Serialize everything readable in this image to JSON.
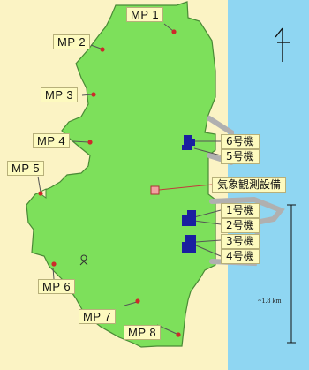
{
  "colors": {
    "land": "#7de05b",
    "land_outline": "#4a8a36",
    "sea": "#8fd6f2",
    "coast": "#fbf3c4",
    "reactor": "#1a1fa0",
    "station": "#f2a2a2",
    "point": "#cc2a2a",
    "breakwater": "#b0b0b0"
  },
  "monitoring_posts": [
    {
      "id": "mp1",
      "label": "MP 1"
    },
    {
      "id": "mp2",
      "label": "MP 2"
    },
    {
      "id": "mp3",
      "label": "MP 3"
    },
    {
      "id": "mp4",
      "label": "MP 4"
    },
    {
      "id": "mp5",
      "label": "MP 5"
    },
    {
      "id": "mp6",
      "label": "MP 6"
    },
    {
      "id": "mp7",
      "label": "MP 7"
    },
    {
      "id": "mp8",
      "label": "MP 8"
    }
  ],
  "units": [
    {
      "id": "u6",
      "label": "6号機"
    },
    {
      "id": "u5",
      "label": "5号機"
    },
    {
      "id": "u1",
      "label": "1号機"
    },
    {
      "id": "u2",
      "label": "2号機"
    },
    {
      "id": "u3",
      "label": "3号機"
    },
    {
      "id": "u4",
      "label": "4号機"
    }
  ],
  "weather_station": {
    "label": "気象観測設備"
  },
  "scale": {
    "label": "~1.8 km"
  },
  "north_icon": "north-arrow-icon"
}
